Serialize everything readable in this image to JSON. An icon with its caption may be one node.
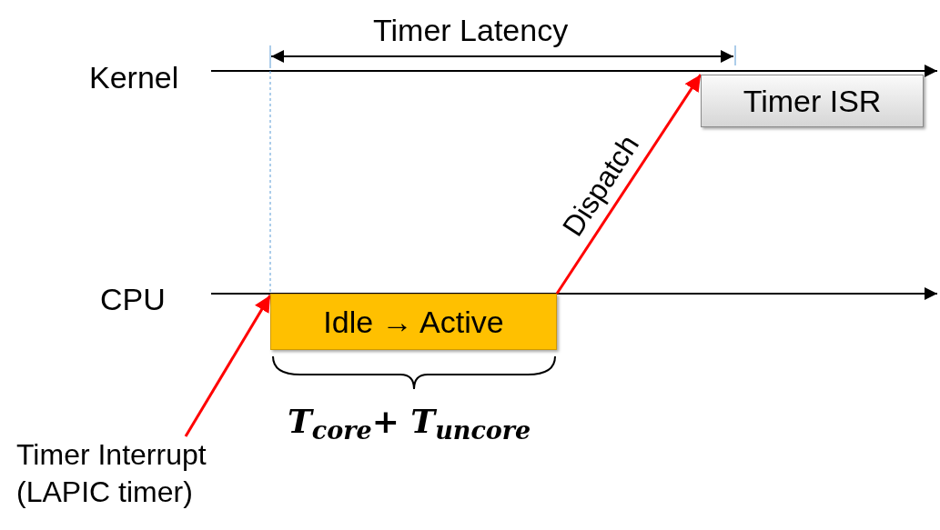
{
  "diagram": {
    "nodes": [
      {
        "text": [
          "Timer ISR"
        ]
      },
      {
        "text": [
          "Idle → Active"
        ]
      },
      {
        "text": [
          "Timer Interrupt (LAPIC timer)"
        ]
      }
    ],
    "edges": [
      {
        "from": 1,
        "to": 0,
        "arrow": "to",
        "label": "Dispatch"
      },
      {
        "from": 2,
        "to": 1,
        "arrow": "to"
      }
    ],
    "labels": [
      "Timer Latency",
      "Kernel",
      "CPU",
      "T$_{core}$+ T$_{uncore}$"
    ]
  }
}
